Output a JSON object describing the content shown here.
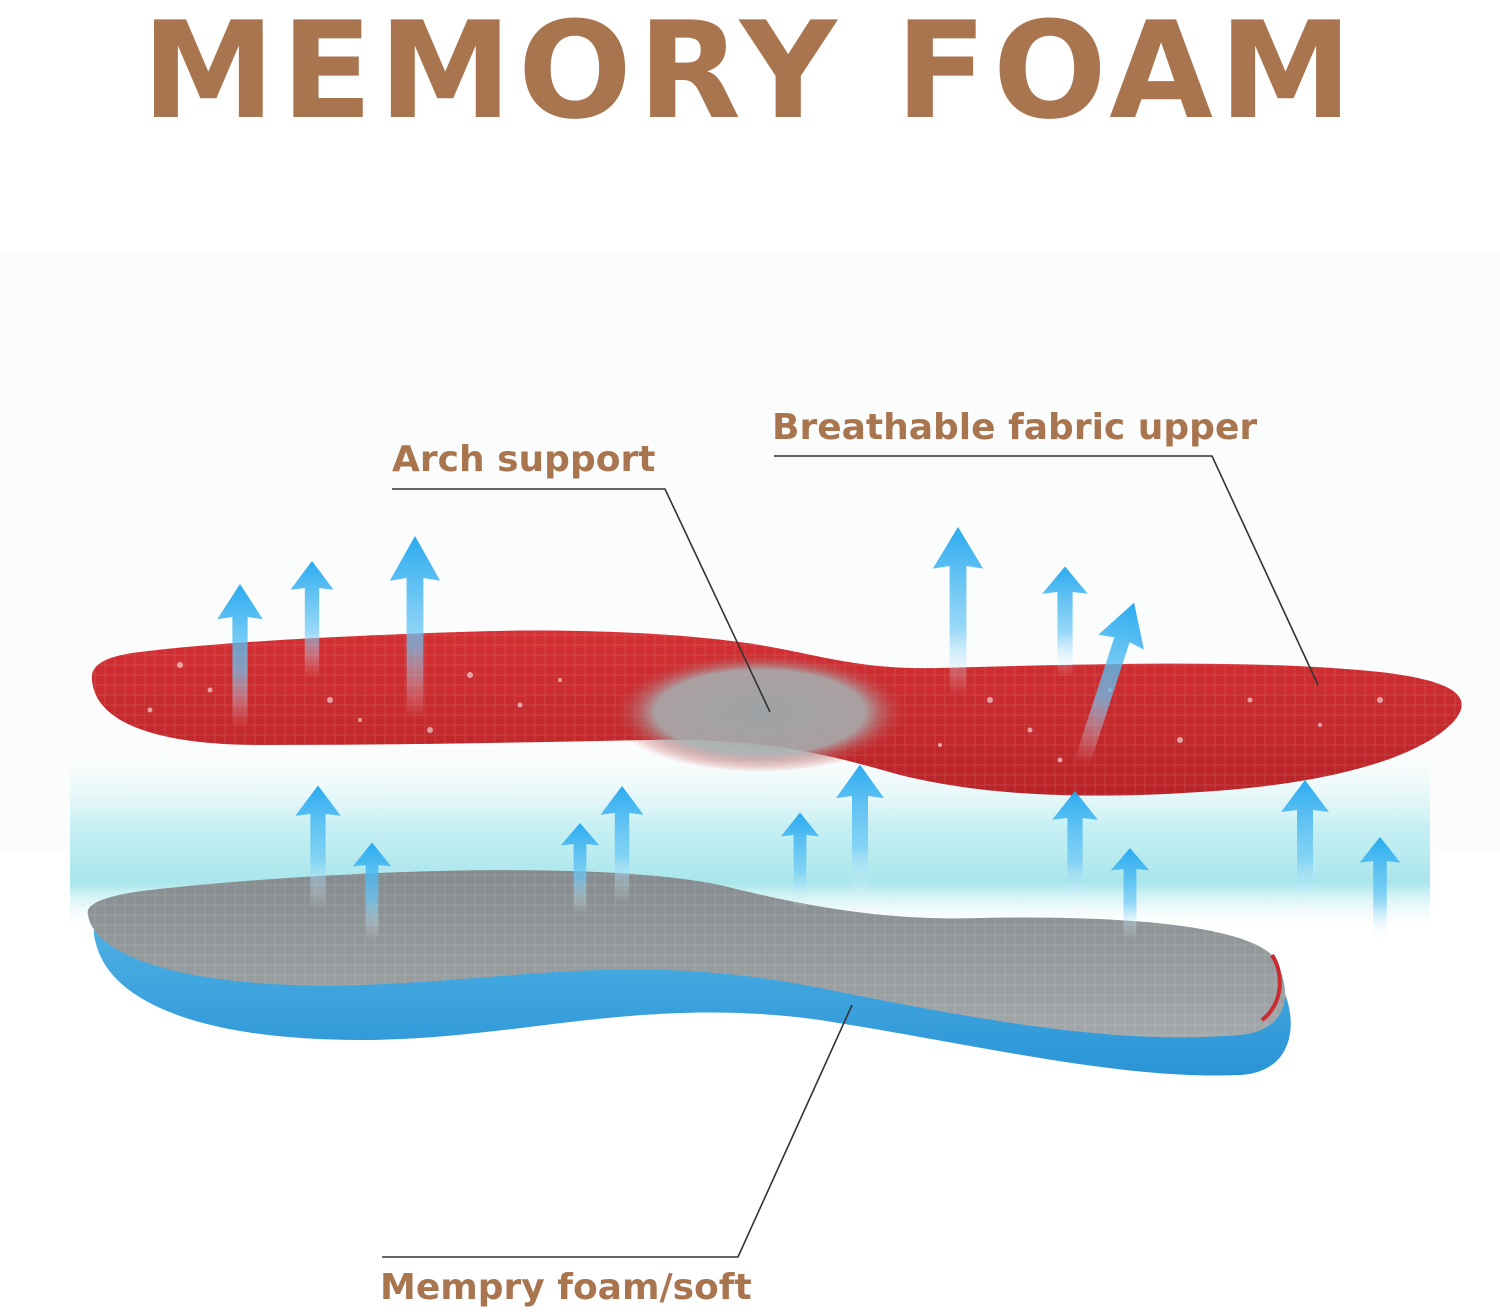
{
  "title": "MEMORY FOAM",
  "colors": {
    "title": "#a8754f",
    "label": "#a8754f",
    "insole_top": "#c92b2f",
    "insole_bottom_top": "#8f9597",
    "foam_layer": "#2f9fdb",
    "airflow_arrow": "#3ab0ee",
    "airflow_band": "#bfeef3"
  },
  "labels": {
    "arch_support": "Arch support",
    "breathable_fabric_upper": "Breathable fabric upper",
    "memory_foam_soft": "Mempry foam/soft"
  },
  "icons": [
    "airflow-arrow-icon"
  ]
}
